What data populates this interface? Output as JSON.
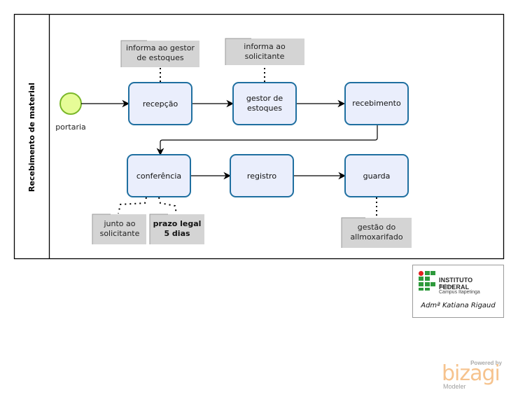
{
  "pool": {
    "lane_label": "Recebimento de material"
  },
  "start_event": {
    "label": "portaria",
    "fill": "#e6fc97",
    "stroke": "#7bb82a"
  },
  "tasks": [
    {
      "id": "recepcao",
      "lines": [
        "recepção"
      ]
    },
    {
      "id": "gestor",
      "lines": [
        "gestor de",
        "estoques"
      ]
    },
    {
      "id": "recebimento",
      "lines": [
        "recebimento"
      ]
    },
    {
      "id": "conferencia",
      "lines": [
        "conferência"
      ]
    },
    {
      "id": "registro",
      "lines": [
        "registro"
      ]
    },
    {
      "id": "guarda",
      "lines": [
        "guarda"
      ]
    }
  ],
  "annotations": [
    {
      "id": "ann-gestor",
      "lines": [
        "informa ao gestor",
        "de estoques"
      ],
      "bold": false
    },
    {
      "id": "ann-solicitante",
      "lines": [
        "informa ao",
        "solicitante"
      ],
      "bold": false
    },
    {
      "id": "ann-junto",
      "lines": [
        "junto ao",
        "solicitante"
      ],
      "bold": false
    },
    {
      "id": "ann-prazo",
      "lines": [
        "prazo legal",
        "5 dias"
      ],
      "bold": true
    },
    {
      "id": "ann-almox",
      "lines": [
        "gestão do",
        "allmoxarifado"
      ],
      "bold": false
    }
  ],
  "colors": {
    "task_fill": "#eaeefc",
    "task_stroke": "#1f6fa0",
    "annotation_fill": "#d4d4d4",
    "annotation_edge": "#9a9a9a",
    "flow": "#000000"
  },
  "logo": {
    "institution": "INSTITUTO FEDERAL",
    "sub1": "Baiano",
    "sub2": "Campus Itapetinga",
    "author": "Admª Katiana Rigaud"
  },
  "bizagi": {
    "powered": "Powered by",
    "word": "bizagi",
    "product": "Modeler"
  }
}
